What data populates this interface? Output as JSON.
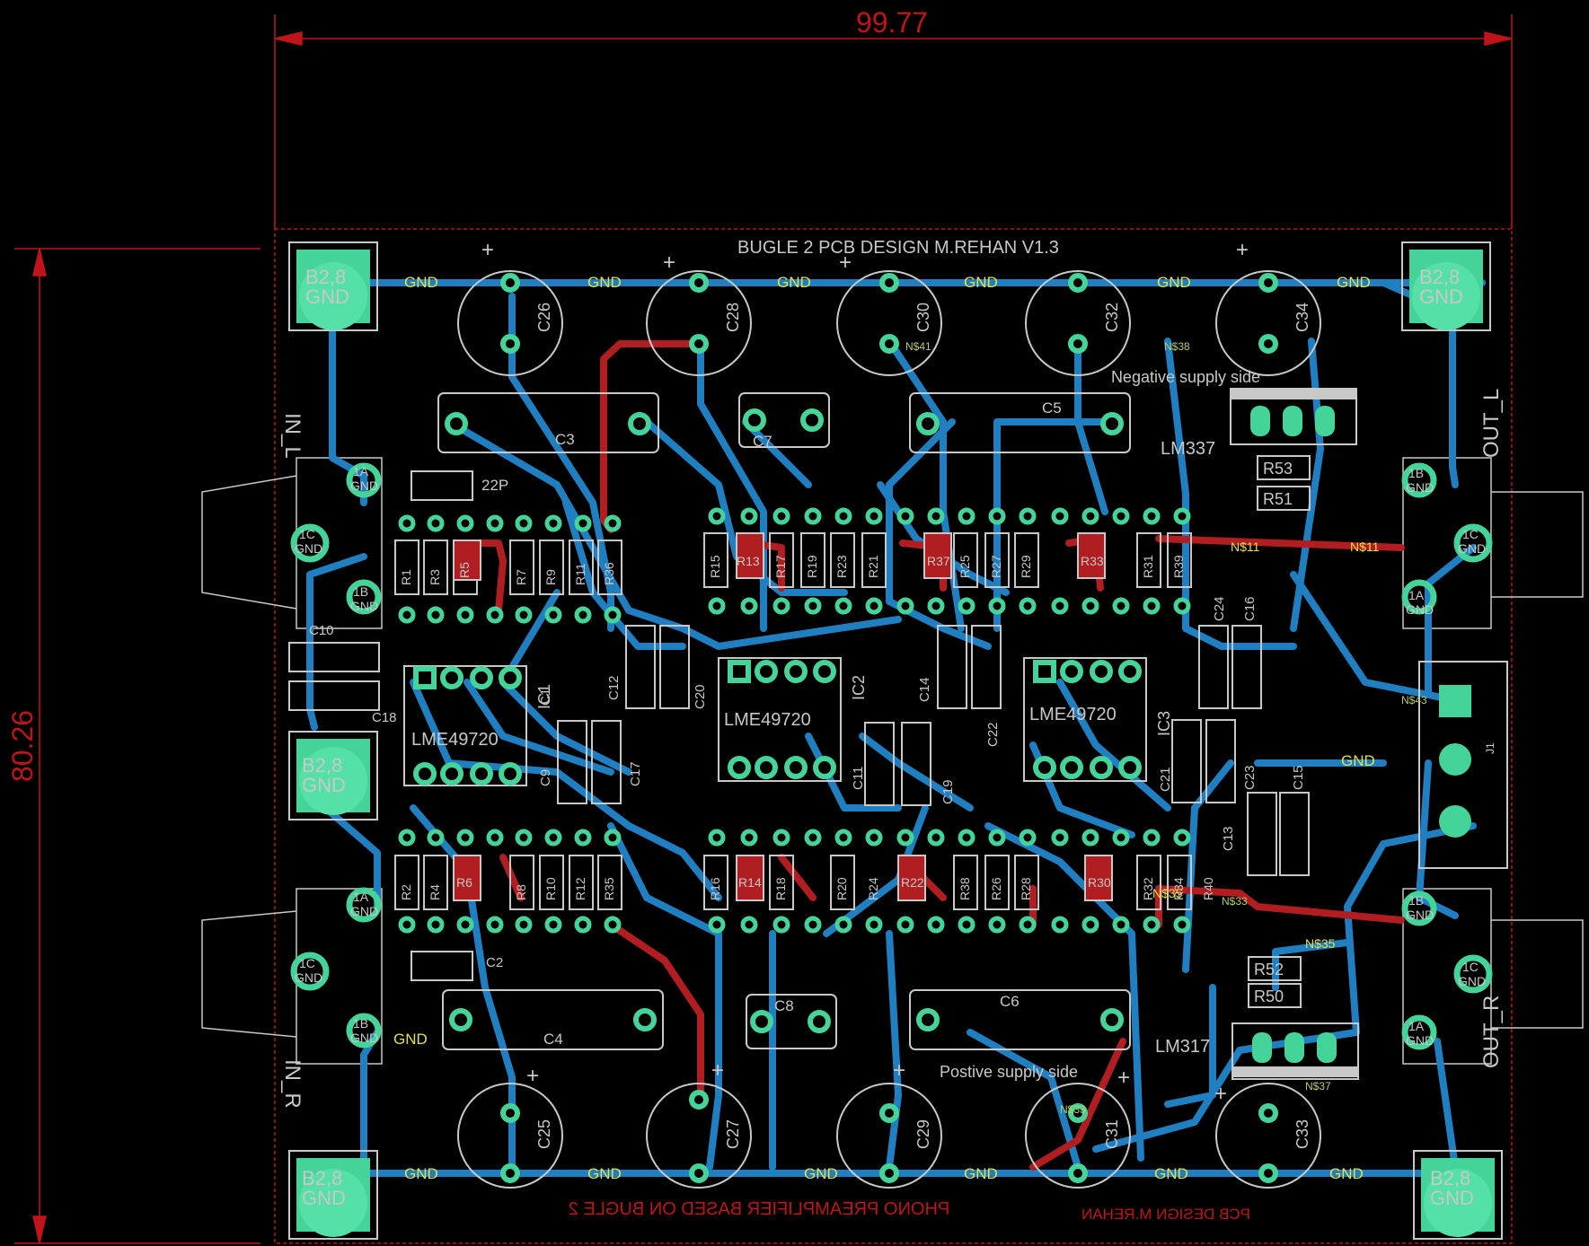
{
  "dimensions": {
    "width_label": "99.77",
    "height_label": "80.26"
  },
  "board": {
    "title": "BUGLE 2 PCB DESIGN M.REHAN V1.3",
    "negative_side_label": "Negative supply side",
    "positive_side_label": "Postive supply side",
    "bottom_mirror_left": "PHONO PREAMPLIFIER BASED ON BUGLE 2",
    "bottom_mirror_right": "PCB DESIGN M.REHAN",
    "regulator_top": "LM337",
    "regulator_bottom": "LM317",
    "opamp_label": "LME49720",
    "cap_22p": "22P"
  },
  "connectors": {
    "in_l": "IN_L",
    "in_r": "IN_R",
    "out_l": "OUT_L",
    "out_r": "OUT_R",
    "b2_8": "B2,8",
    "gnd": "GND"
  },
  "net_labels": {
    "gnd": "GND",
    "n11": "N$11",
    "n35": "N$35",
    "n33": "N$33",
    "n37": "N$37",
    "n38": "N$38",
    "n43": "N$43",
    "n41": "N$41",
    "pad_1a": "1A",
    "pad_1b": "1B",
    "pad_1c": "1C"
  },
  "caps_large_top": [
    "C26",
    "C28",
    "C30",
    "C32",
    "C34"
  ],
  "caps_large_bottom": [
    "C25",
    "C27",
    "C29",
    "C31",
    "C33"
  ],
  "caps_film_top": [
    "C3",
    "C7",
    "C5"
  ],
  "caps_film_bottom": [
    "C4",
    "C8",
    "C6"
  ],
  "caps_small": [
    "C10",
    "C18",
    "C1",
    "C2",
    "C9",
    "C17",
    "C12",
    "C20",
    "C11",
    "C19",
    "C14",
    "C22",
    "C21",
    "C13",
    "C23",
    "C15",
    "C24",
    "C16"
  ],
  "ics": [
    "IC1",
    "IC2",
    "IC3"
  ],
  "resistors_top": [
    "R1",
    "R3",
    "R5",
    "R7",
    "R9",
    "R11",
    "R36",
    "R15",
    "R13",
    "R17",
    "R19",
    "R23",
    "R21",
    "R37",
    "R25",
    "R27",
    "R29",
    "R31",
    "R33",
    "R39"
  ],
  "resistors_bottom": [
    "R2",
    "R4",
    "R6",
    "R8",
    "R10",
    "R12",
    "R35",
    "R16",
    "R14",
    "R18",
    "R20",
    "R24",
    "R22",
    "R38",
    "R26",
    "R28",
    "R30",
    "R32",
    "R34",
    "R40"
  ],
  "resistors_regulator": [
    "R53",
    "R51",
    "R52",
    "R50"
  ],
  "connector_j1": "J1",
  "plus_sign": "+"
}
